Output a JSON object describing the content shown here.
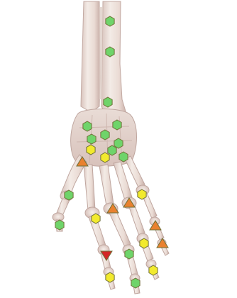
{
  "colors": {
    "background": "#ffffff",
    "bone_fill": "#efe6e0",
    "bone_shadow": "#c7b1ab",
    "bone_edge": "#b59b93",
    "joint_tint": "#e2c8c2",
    "status_green": "#6fd46a",
    "status_yellow": "#f2ea2e",
    "status_orange": "#e9812f",
    "status_red": "#d32626",
    "marker_stroke": "#6f6f36"
  },
  "markers": [
    {
      "id": "forearm-upper",
      "shape": "hexagon-icon",
      "status": "green"
    },
    {
      "id": "forearm-middle",
      "shape": "hexagon-icon",
      "status": "green"
    },
    {
      "id": "forearm-distal",
      "shape": "hexagon-icon",
      "status": "green"
    },
    {
      "id": "carpal-1",
      "shape": "hexagon-icon",
      "status": "green"
    },
    {
      "id": "carpal-2",
      "shape": "hexagon-icon",
      "status": "green"
    },
    {
      "id": "carpal-3",
      "shape": "hexagon-icon",
      "status": "green"
    },
    {
      "id": "carpal-4",
      "shape": "hexagon-icon",
      "status": "green"
    },
    {
      "id": "carpal-5",
      "shape": "hexagon-icon",
      "status": "green"
    },
    {
      "id": "carpal-6",
      "shape": "hexagon-icon",
      "status": "green"
    },
    {
      "id": "carpal-7",
      "shape": "hexagon-icon",
      "status": "yellow"
    },
    {
      "id": "carpal-8",
      "shape": "hexagon-icon",
      "status": "yellow"
    },
    {
      "id": "carpal-9",
      "shape": "hexagon-icon",
      "status": "green"
    },
    {
      "id": "thumb-base",
      "shape": "triangle-up-icon",
      "status": "orange"
    },
    {
      "id": "thumb-metacarpal",
      "shape": "hexagon-icon",
      "status": "green"
    },
    {
      "id": "thumb-tip",
      "shape": "hexagon-icon",
      "status": "green"
    },
    {
      "id": "index-knuckle",
      "shape": "hexagon-icon",
      "status": "yellow"
    },
    {
      "id": "index-middle",
      "shape": "triangle-down-icon",
      "status": "red"
    },
    {
      "id": "index-tip",
      "shape": "hexagon-icon",
      "status": "yellow"
    },
    {
      "id": "middle-knuckle",
      "shape": "triangle-up-icon",
      "status": "orange"
    },
    {
      "id": "middle-middle",
      "shape": "hexagon-icon",
      "status": "green"
    },
    {
      "id": "middle-tip",
      "shape": "hexagon-icon",
      "status": "green"
    },
    {
      "id": "ring-knuckle",
      "shape": "triangle-up-icon",
      "status": "orange"
    },
    {
      "id": "ring-middle",
      "shape": "hexagon-icon",
      "status": "yellow"
    },
    {
      "id": "ring-tip",
      "shape": "hexagon-icon",
      "status": "yellow"
    },
    {
      "id": "ring-metacarpal-top",
      "shape": "hexagon-icon",
      "status": "yellow"
    },
    {
      "id": "little-knuckle",
      "shape": "triangle-up-icon",
      "status": "orange"
    },
    {
      "id": "little-middle",
      "shape": "triangle-up-icon",
      "status": "orange"
    }
  ]
}
